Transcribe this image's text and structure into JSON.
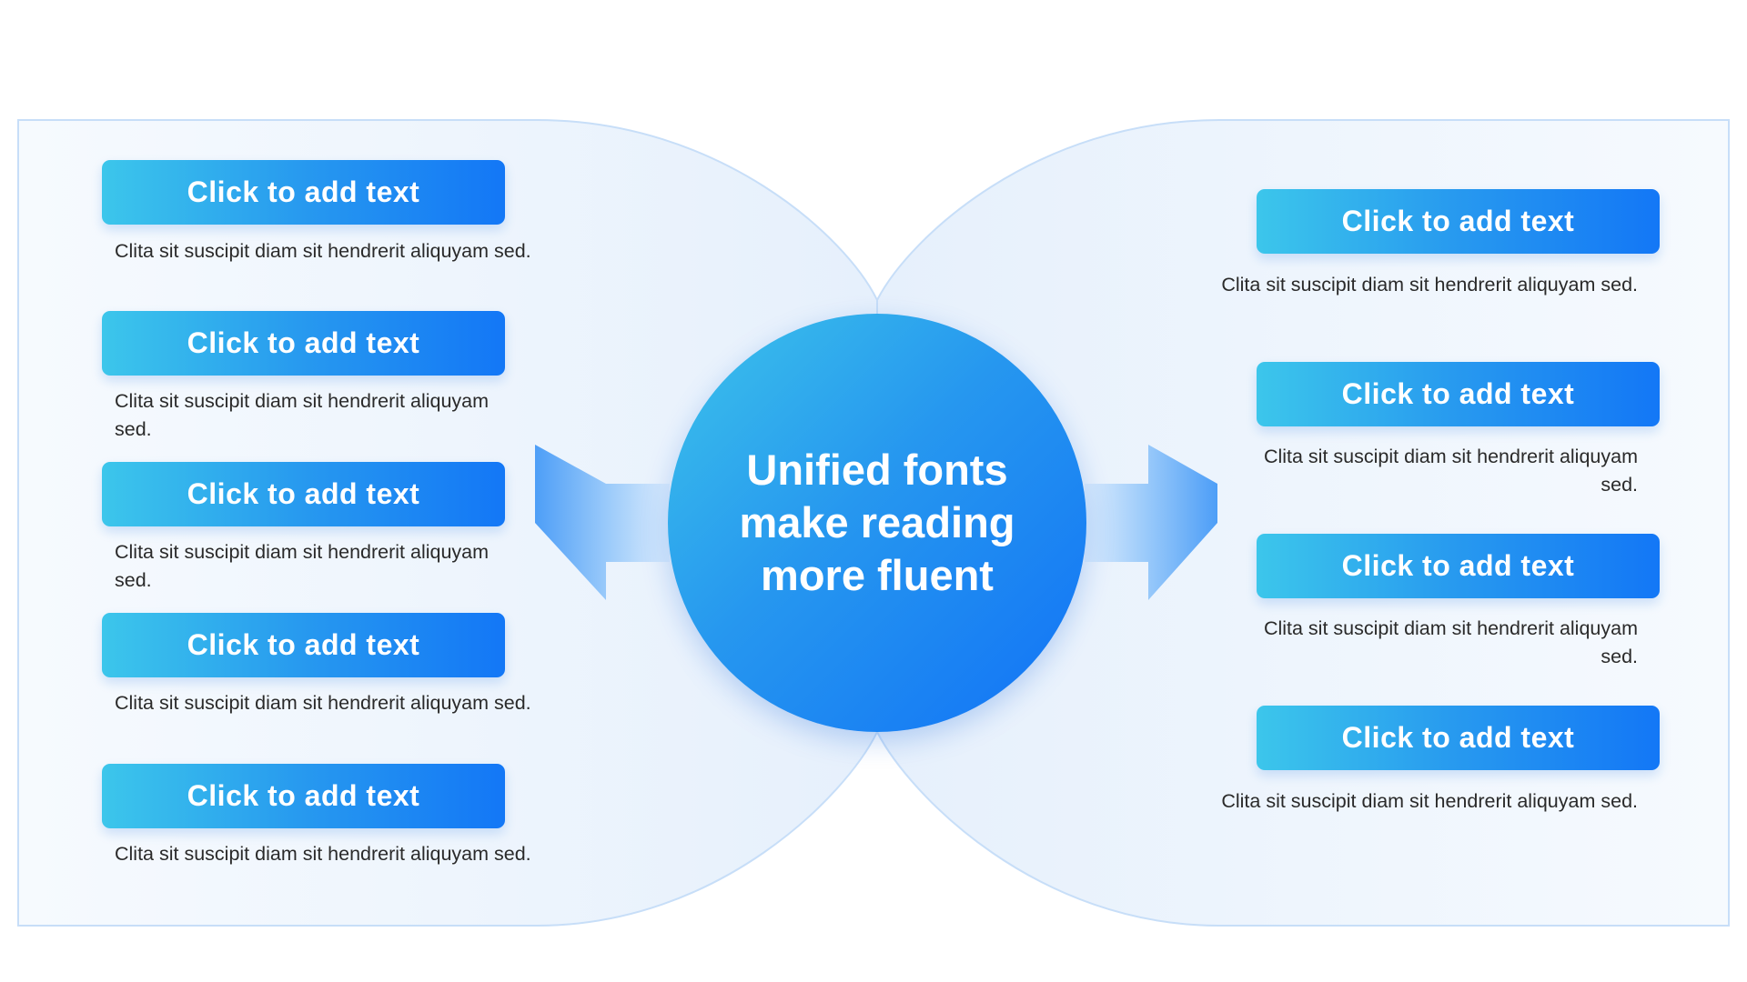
{
  "center": {
    "title": "Unified fonts make reading more fluent"
  },
  "left_items": [
    {
      "title": "Click to add text",
      "text": "Clita sit suscipit diam sit hendrerit aliquyam sed."
    },
    {
      "title": "Click to add text",
      "text": "Clita sit suscipit diam sit hendrerit aliquyam sed."
    },
    {
      "title": "Click to add text",
      "text": "Clita sit suscipit diam sit hendrerit aliquyam sed."
    },
    {
      "title": "Click to add text",
      "text": "Clita sit suscipit diam sit hendrerit aliquyam sed."
    },
    {
      "title": "Click to add text",
      "text": "Clita sit suscipit diam sit hendrerit aliquyam sed."
    }
  ],
  "right_items": [
    {
      "title": "Click to add text",
      "text": "Clita sit suscipit diam sit hendrerit aliquyam sed."
    },
    {
      "title": "Click to add text",
      "text": "Clita sit suscipit diam sit hendrerit aliquyam sed."
    },
    {
      "title": "Click to add text",
      "text": "Clita sit suscipit diam sit hendrerit aliquyam sed."
    },
    {
      "title": "Click to add text",
      "text": "Clita sit suscipit diam sit hendrerit aliquyam sed."
    }
  ],
  "colors": {
    "accent_light": "#3cc6eb",
    "accent_dark": "#1377f6",
    "panel_tint": "#eaf3fd",
    "text": "#2a2a2a"
  }
}
